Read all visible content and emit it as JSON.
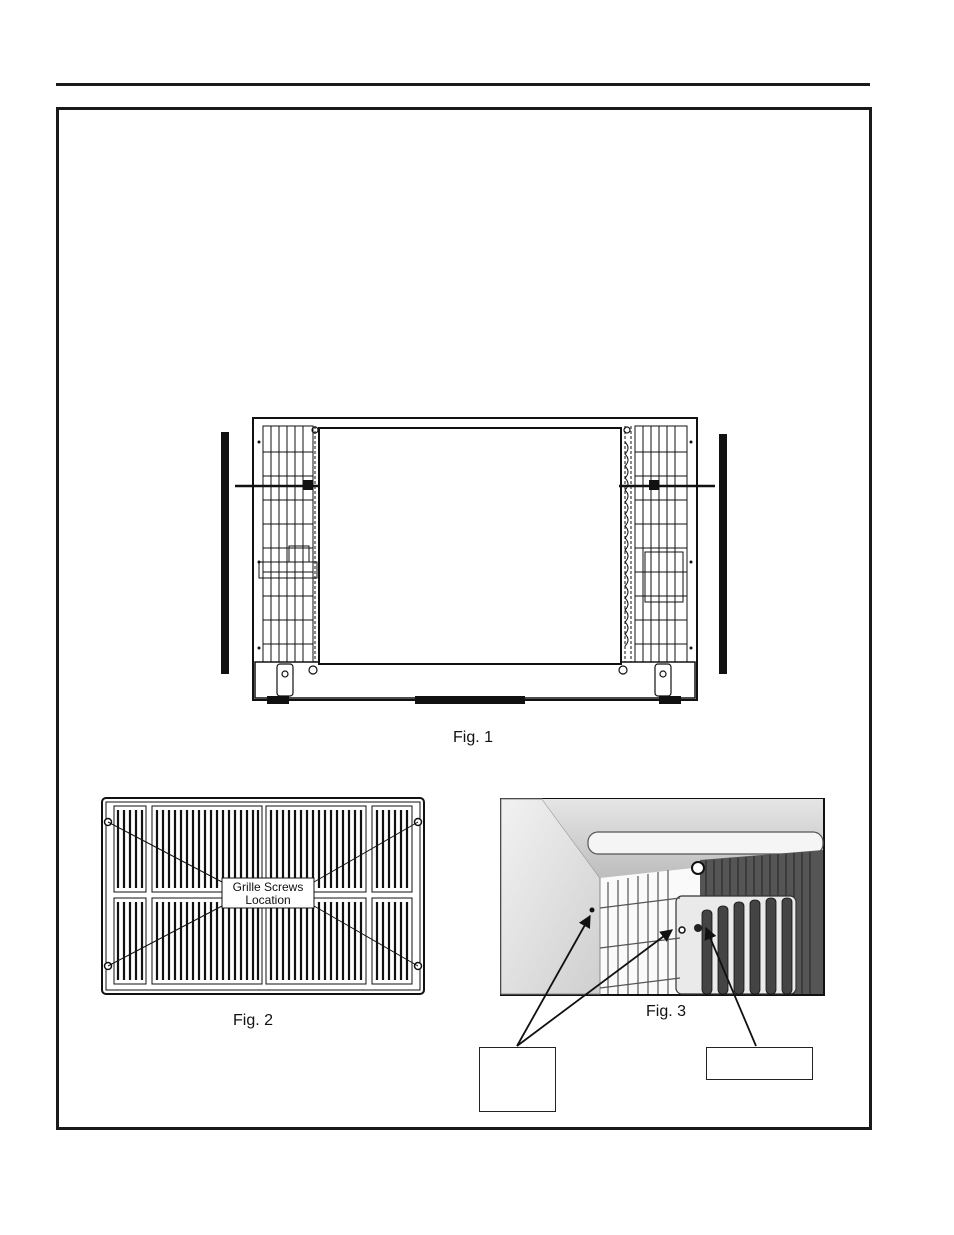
{
  "figures": {
    "fig1": {
      "caption": "Fig. 1"
    },
    "fig2": {
      "caption": "Fig. 2",
      "callout_line1": "Grille Screws",
      "callout_line2": "Location"
    },
    "fig3": {
      "caption": "Fig. 3"
    }
  }
}
